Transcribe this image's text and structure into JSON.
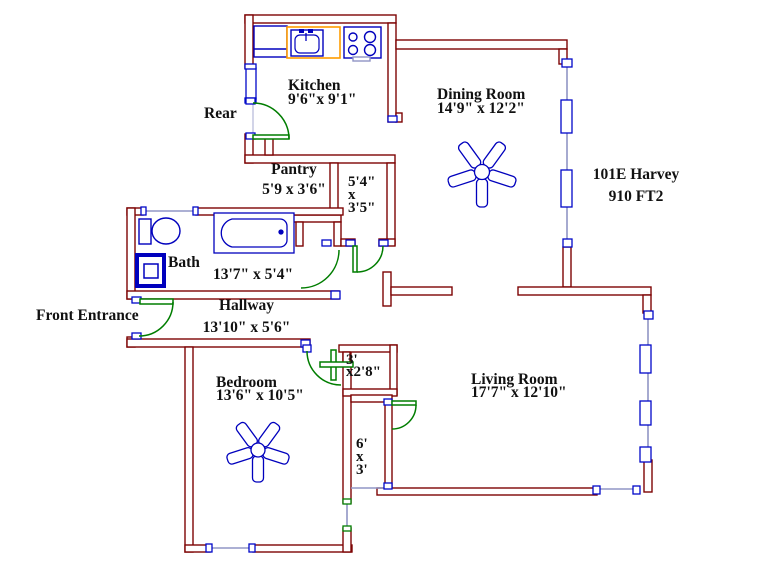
{
  "unit": {
    "name": "101E Harvey",
    "area": "910 FT2"
  },
  "labels": {
    "rear": "Rear",
    "front_entrance": "Front Entrance"
  },
  "rooms": {
    "kitchen": {
      "name": "Kitchen",
      "dims": "9'6\"x 9'1\""
    },
    "dining": {
      "name": "Dining Room",
      "dims": "14'9\" x 12'2\""
    },
    "pantry": {
      "name": "Pantry",
      "dims": "5'9 x 3'6\""
    },
    "closet_pantry": {
      "l1": "5'4\"",
      "l2": "x",
      "l3": "3'5\""
    },
    "bath": {
      "name": "Bath",
      "dims": "13'7\" x 5'4\""
    },
    "hallway": {
      "name": "Hallway",
      "dims": "13'10\" x 5'6\""
    },
    "bedroom": {
      "name": "Bedroom",
      "dims": "13'6\" x 10'5\""
    },
    "closet_bedroom": {
      "l1": "3'",
      "l2": "x2'8\""
    },
    "closet_hall": {
      "l1": "6'",
      "l2": "x",
      "l3": "3'"
    },
    "living": {
      "name": "Living Room",
      "dims": "17'7\" x 12'10\""
    }
  },
  "colors": {
    "wall": "#7d0404",
    "fixture_blue": "#0000bd",
    "door_green": "#007d00",
    "window_slate": "#9095c5",
    "sink_highlight_orange": "#ff9c00",
    "text": "#111111",
    "background": "#ffffff"
  }
}
